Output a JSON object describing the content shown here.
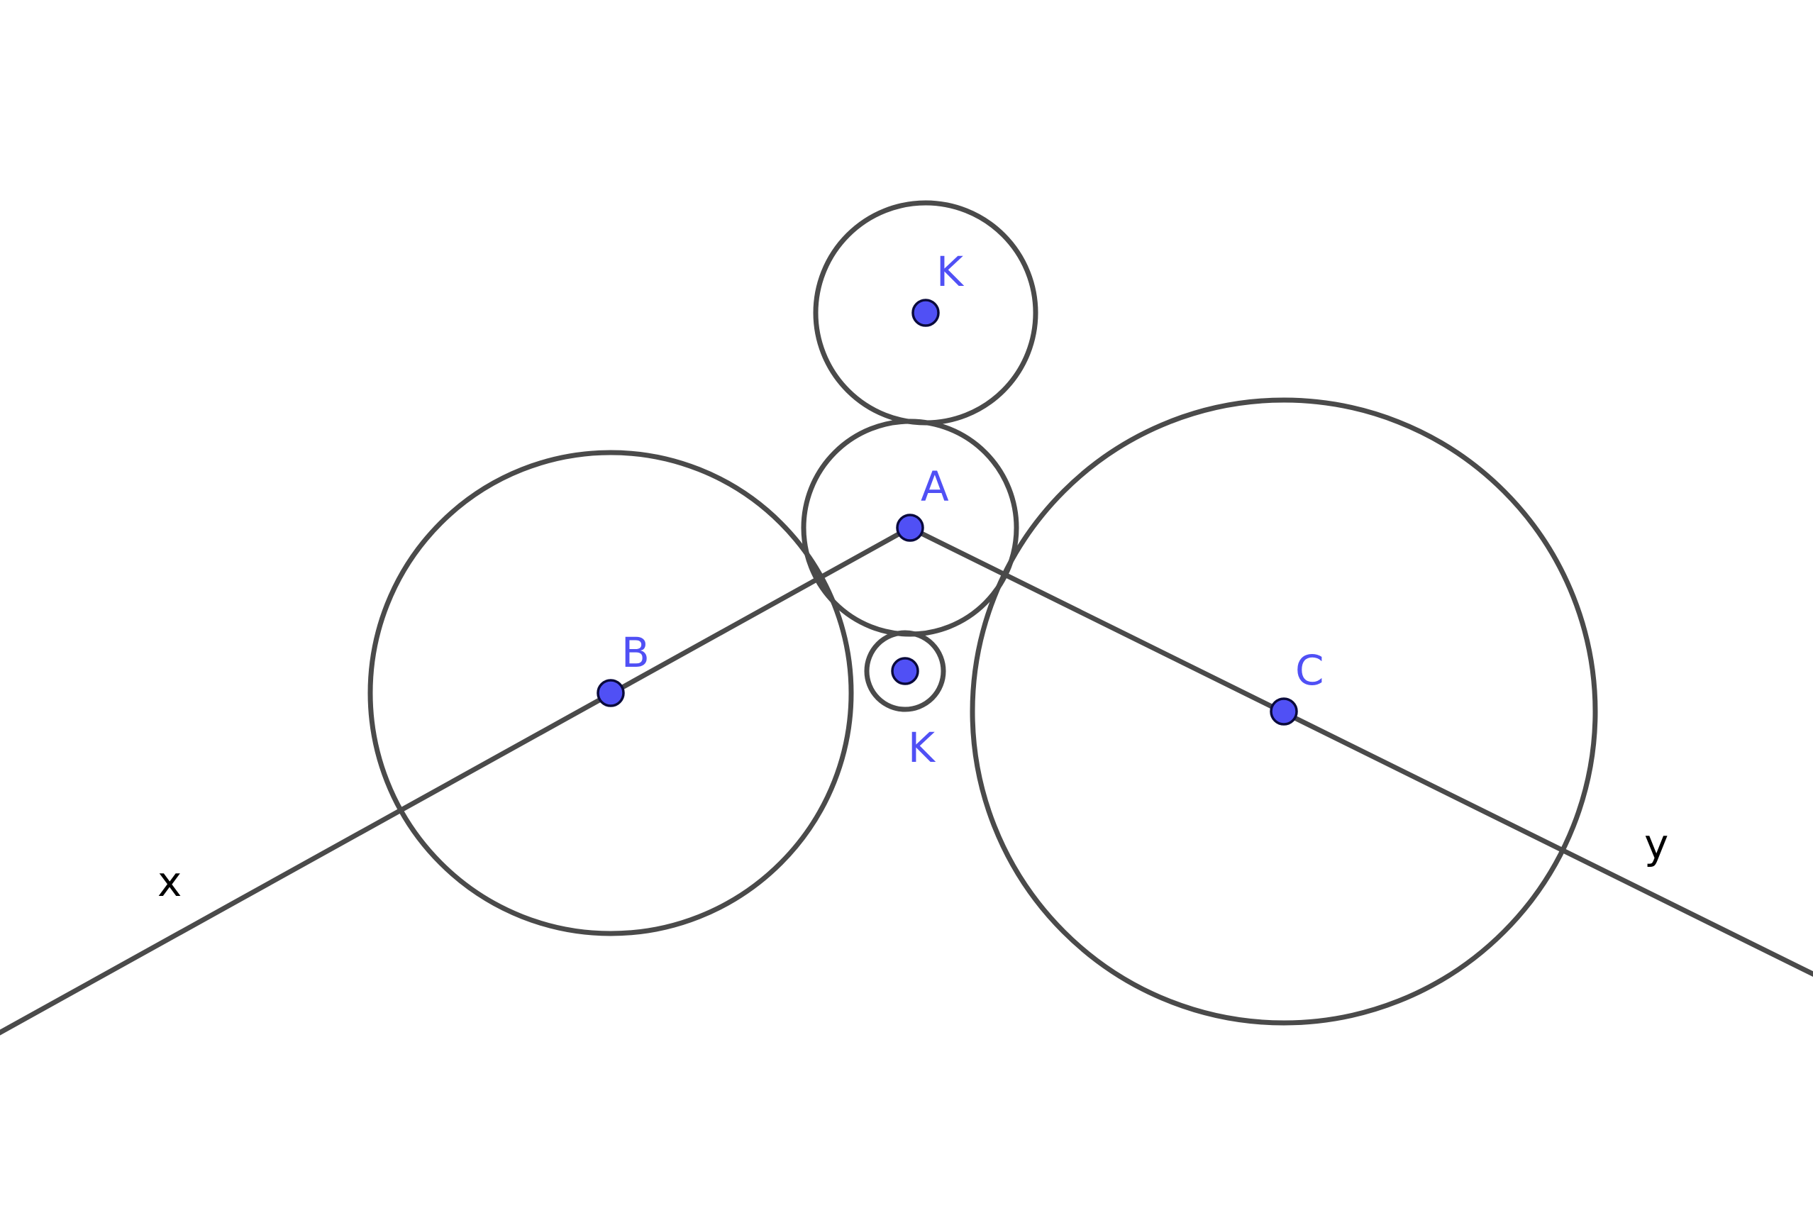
{
  "colors": {
    "background": "#ffffff",
    "stroke": "#4a4a4a",
    "point_fill": "#5050f5",
    "point_outline": "#0a0a3c",
    "point_label": "#5050f5",
    "line_label": "#000000"
  },
  "labels": {
    "point_A": "A",
    "point_B": "B",
    "point_C": "C",
    "point_K_upper": "K",
    "point_K_lower": "K",
    "ray_x": "x",
    "ray_y": "y"
  }
}
